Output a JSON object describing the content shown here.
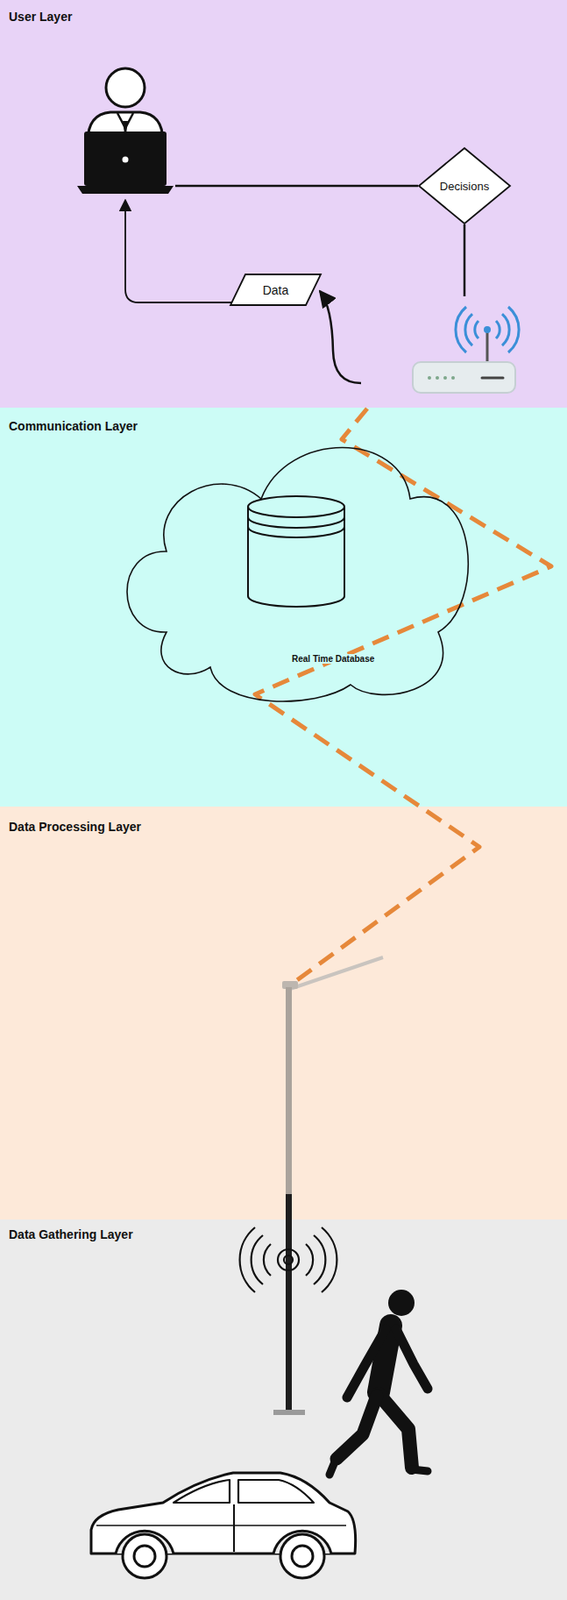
{
  "diagram": {
    "nodes": [
      {
        "text": [
          "User Layer"
        ]
      },
      {
        "text": [
          "Decisions"
        ],
        "in": 0
      },
      {
        "text": [
          "Data"
        ],
        "in": 0
      },
      {
        "text": [
          "Communication Layer"
        ]
      },
      {
        "text": [
          "Real Time Database"
        ],
        "in": 3
      },
      {
        "text": [
          "Data Processing Layer"
        ]
      },
      {
        "text": [
          "Data Gathering Layer"
        ]
      }
    ]
  }
}
